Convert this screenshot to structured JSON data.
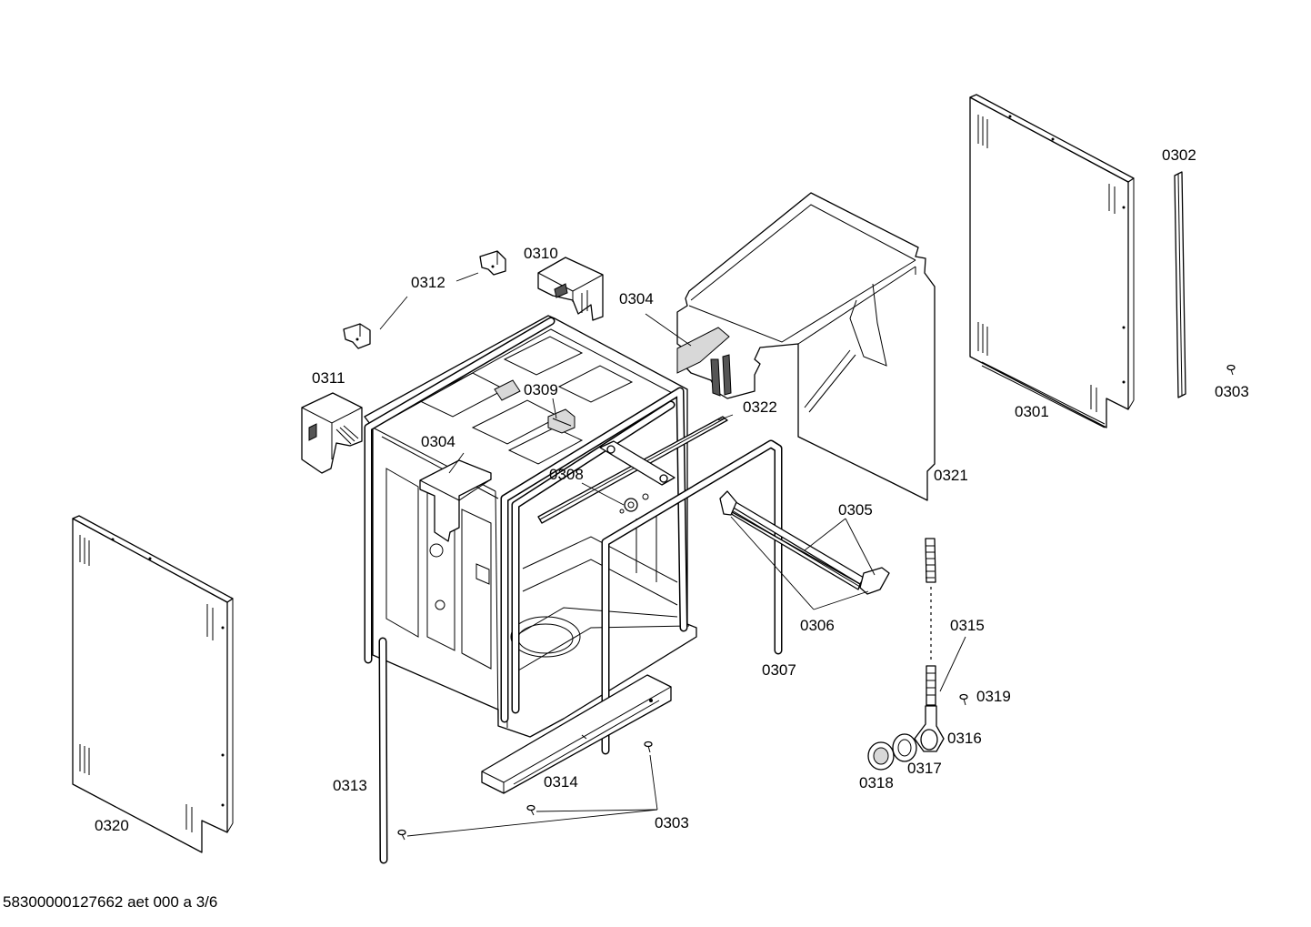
{
  "labels": {
    "p0301": "0301",
    "p0302": "0302",
    "p0303a": "0303",
    "p0303b": "0303",
    "p0304a": "0304",
    "p0304b": "0304",
    "p0305": "0305",
    "p0306": "0306",
    "p0307": "0307",
    "p0308": "0308",
    "p0309": "0309",
    "p0310": "0310",
    "p0311": "0311",
    "p0312": "0312",
    "p0313": "0313",
    "p0314": "0314",
    "p0315": "0315",
    "p0316": "0316",
    "p0317": "0317",
    "p0318": "0318",
    "p0319": "0319",
    "p0320": "0320",
    "p0321": "0321",
    "p0322": "0322"
  },
  "footer": {
    "doc_id": "58300000127662 aet 000 a 3/6"
  }
}
